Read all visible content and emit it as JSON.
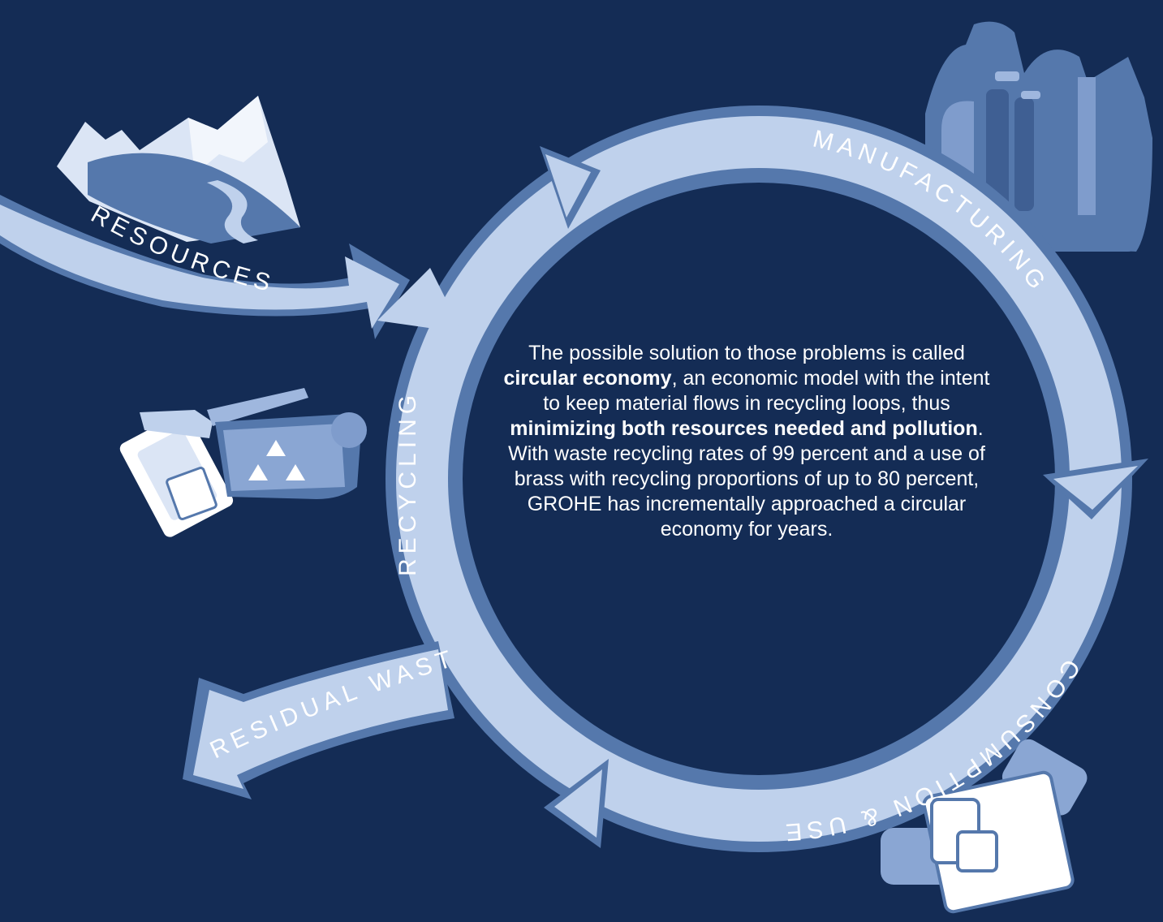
{
  "labels": {
    "resources": "RESOURCES",
    "manufacturing": "MANUFACTURING",
    "recycling": "RECYCLING",
    "residual_waste": "RESIDUAL WASTE",
    "consumption": "CONSUMPTION & USE"
  },
  "center_text": {
    "t1": "The possible solution to those problems is called ",
    "b1": "circular economy",
    "t2": ", an economic model with the intent to keep material flows in recycling loops, thus ",
    "b2": "minimizing both resources needed and pollution",
    "t3": ". With waste recycling rates of 99 percent and a use of brass with recycling proportions of up to 80 percent, GROHE has incrementally approached a circular economy for years."
  },
  "colors": {
    "background": "#142c55",
    "ring_dark": "#5578ac",
    "ring_light": "#bfd1ec",
    "white": "#ffffff"
  },
  "icons": {
    "resources": "mountain-landscape-icon",
    "manufacturing": "factory-icon",
    "recycling": "recycling-bin-icon",
    "consumption": "household-appliances-icon"
  }
}
